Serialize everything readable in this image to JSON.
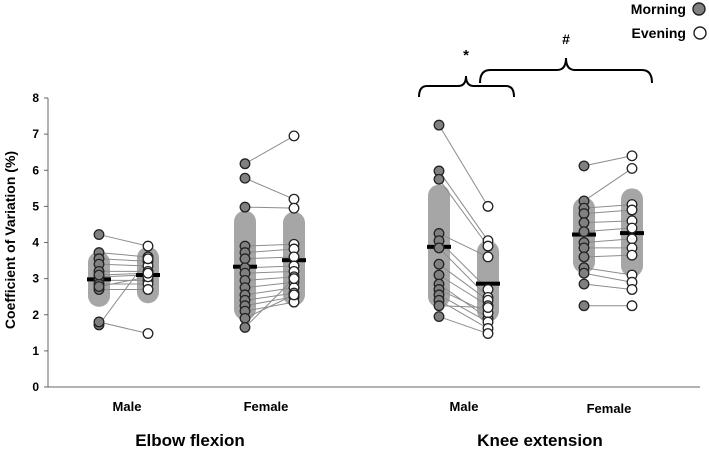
{
  "chart_data": {
    "type": "scatter",
    "ylabel": "Coefficient of Variation (%)",
    "ylim": [
      0,
      8
    ],
    "yticks": [
      0,
      1,
      2,
      3,
      4,
      5,
      6,
      7,
      8
    ],
    "legend": {
      "placement": "top-right",
      "entries": [
        {
          "label": "Morning",
          "marker": "filled"
        },
        {
          "label": "Evening",
          "marker": "open"
        }
      ]
    },
    "colors": {
      "morning_fill": "#808080",
      "evening_fill": "#ffffff",
      "marker_stroke": "#222222",
      "sd_bar": "#a6a6a6",
      "pair_line": "#8c8c8c",
      "mean_bar": "#000000"
    },
    "movements": [
      {
        "label": "Elbow flexion"
      },
      {
        "label": "Knee extension"
      }
    ],
    "groups": [
      {
        "movement": "Elbow flexion",
        "sex": "Male",
        "morning": {
          "mean": 2.98,
          "sd_band": [
            2.22,
            3.75
          ],
          "values": [
            4.22,
            3.72,
            3.55,
            3.4,
            3.2,
            3.05,
            2.95,
            2.85,
            2.7,
            2.78,
            3.1,
            1.72,
            1.8
          ]
        },
        "evening": {
          "mean": 3.1,
          "sd_band": [
            2.32,
            3.88
          ],
          "values": [
            3.9,
            3.6,
            3.48,
            3.35,
            3.2,
            3.1,
            2.95,
            2.85,
            2.7,
            3.05,
            3.15,
            3.55,
            1.48
          ]
        }
      },
      {
        "movement": "Elbow flexion",
        "sex": "Female",
        "morning": {
          "mean": 3.33,
          "sd_band": [
            1.85,
            4.88
          ],
          "values": [
            6.18,
            5.78,
            4.98,
            3.9,
            3.72,
            3.55,
            3.3,
            3.15,
            2.95,
            2.75,
            2.55,
            2.4,
            2.25,
            2.1,
            1.9,
            1.65
          ]
        },
        "evening": {
          "mean": 3.51,
          "sd_band": [
            2.25,
            4.85
          ],
          "values": [
            6.95,
            5.2,
            4.95,
            3.95,
            3.82,
            3.6,
            3.35,
            3.2,
            3.05,
            2.9,
            2.75,
            2.6,
            2.5,
            2.35,
            2.55,
            3.0
          ]
        }
      },
      {
        "movement": "Knee extension",
        "sex": "Male",
        "morning": {
          "mean": 3.88,
          "sd_band": [
            2.2,
            5.6
          ],
          "values": [
            7.25,
            5.98,
            5.75,
            4.25,
            4.05,
            3.85,
            3.4,
            3.1,
            2.85,
            2.7,
            2.55,
            2.4,
            2.25,
            1.95
          ]
        },
        "evening": {
          "mean": 2.86,
          "sd_band": [
            1.8,
            4.05
          ],
          "values": [
            5.0,
            4.05,
            3.9,
            3.6,
            2.7,
            2.48,
            2.4,
            2.25,
            1.9,
            2.05,
            1.8,
            1.62,
            2.2,
            1.48
          ]
        }
      },
      {
        "movement": "Knee extension",
        "sex": "Female",
        "morning": {
          "mean": 4.22,
          "sd_band": [
            3.15,
            5.25
          ],
          "values": [
            6.12,
            5.15,
            4.95,
            4.8,
            4.55,
            4.3,
            4.0,
            3.85,
            3.6,
            3.3,
            3.15,
            2.85,
            2.25
          ]
        },
        "evening": {
          "mean": 4.26,
          "sd_band": [
            3.05,
            5.5
          ],
          "values": [
            6.4,
            6.05,
            5.05,
            4.9,
            4.6,
            4.4,
            4.1,
            3.85,
            3.65,
            3.1,
            2.9,
            2.7,
            2.25
          ]
        }
      }
    ],
    "annotations": [
      {
        "symbol": "*",
        "comparison": "Knee extension Male morning vs evening"
      },
      {
        "symbol": "#",
        "comparison": "Knee extension Male vs Female"
      }
    ]
  }
}
